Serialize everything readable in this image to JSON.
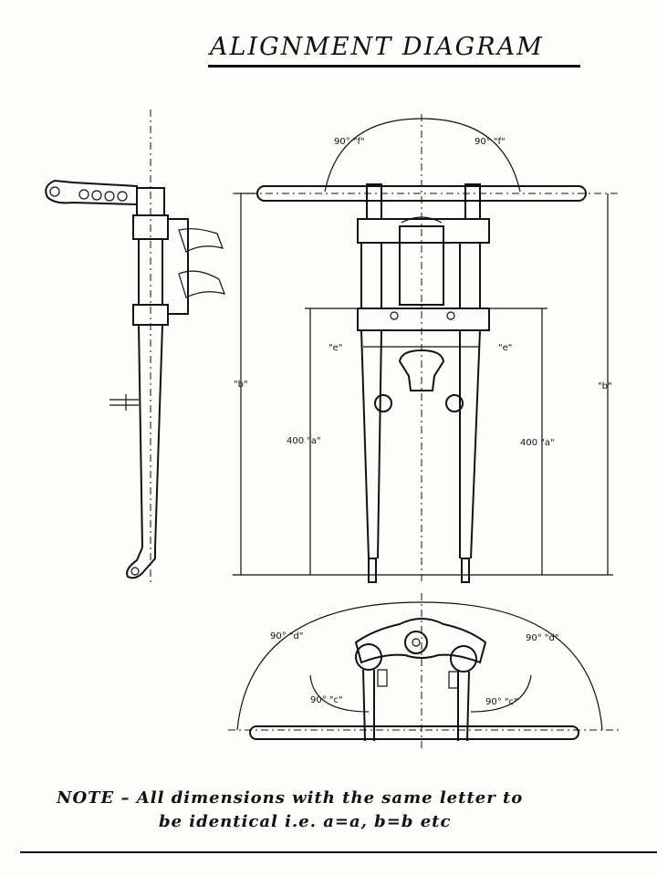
{
  "title": "ALIGNMENT DIAGRAM",
  "labels": {
    "angle_f_left": "90° \"f\"",
    "angle_f_right": "90° \"f\"",
    "dim_b_left": "\"b\"",
    "dim_b_right": "\"b\"",
    "dim_a_left": "400 \"a\"",
    "dim_a_right": "400 \"a\"",
    "dim_e_left": "\"e\"",
    "dim_e_right": "\"e\"",
    "angle_d_left": "90° \"d\"",
    "angle_d_right": "90° \"d\"",
    "angle_c_left": "90° \"c\"",
    "angle_c_right": "90° \"c\""
  },
  "note": {
    "line1": "NOTE – All dimensions with the same letter to",
    "line2": "be identical i.e. a=a, b=b etc"
  },
  "colors": {
    "ink": "#111111",
    "paper": "#fdfdfb"
  }
}
